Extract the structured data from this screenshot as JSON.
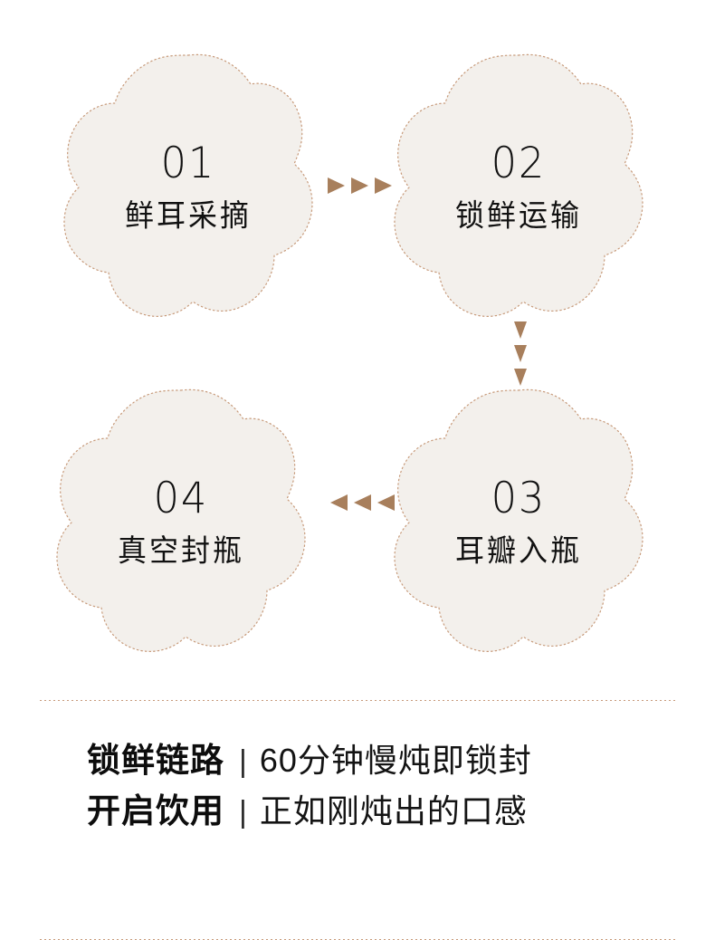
{
  "theme": {
    "background": "#ffffff",
    "blob_fill": "#f3f0ec",
    "blob_border": "#c79a7a",
    "arrow_color": "#a87f5c",
    "text_color": "#111111",
    "divider_color": "#c79a7a"
  },
  "flow": {
    "steps": [
      {
        "id": "01",
        "number": "01",
        "label": "鲜耳采摘"
      },
      {
        "id": "02",
        "number": "02",
        "label": "锁鲜运输"
      },
      {
        "id": "03",
        "number": "03",
        "label": "耳瓣入瓶"
      },
      {
        "id": "04",
        "number": "04",
        "label": "真空封瓶"
      }
    ],
    "connectors": [
      {
        "from": "01",
        "to": "02",
        "direction": "right",
        "marks": 3
      },
      {
        "from": "02",
        "to": "03",
        "direction": "down",
        "marks": 3
      },
      {
        "from": "03",
        "to": "04",
        "direction": "left",
        "marks": 3
      }
    ]
  },
  "summary": {
    "separator": "|",
    "rows": [
      {
        "term": "锁鲜链路",
        "desc": "60分钟慢炖即锁封"
      },
      {
        "term": "开启饮用",
        "desc": "正如刚炖出的口感"
      }
    ]
  }
}
